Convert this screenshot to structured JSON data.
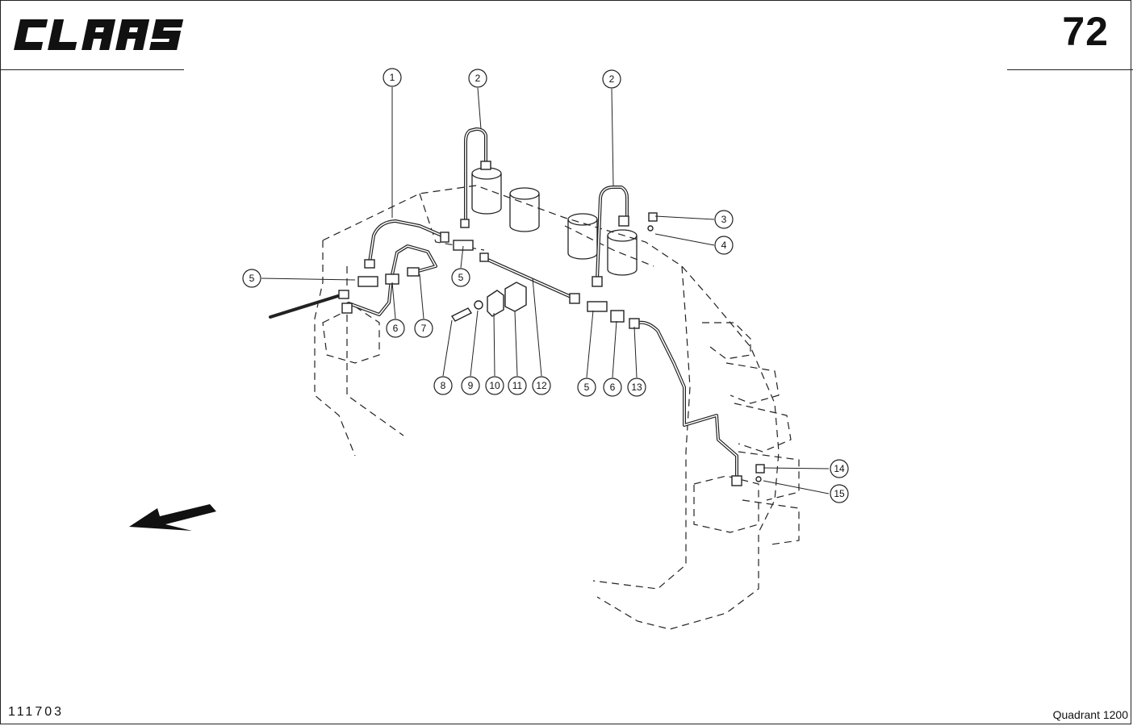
{
  "header": {
    "brand": "CLAAS",
    "page_number": "72"
  },
  "footer": {
    "drawing_number": "111703",
    "model": "Quadrant 1200"
  },
  "callouts": [
    {
      "label": "1"
    },
    {
      "label": "2"
    },
    {
      "label": "2"
    },
    {
      "label": "3"
    },
    {
      "label": "4"
    },
    {
      "label": "5"
    },
    {
      "label": "5"
    },
    {
      "label": "5"
    },
    {
      "label": "6"
    },
    {
      "label": "6"
    },
    {
      "label": "7"
    },
    {
      "label": "8"
    },
    {
      "label": "9"
    },
    {
      "label": "10"
    },
    {
      "label": "11"
    },
    {
      "label": "12"
    },
    {
      "label": "13"
    },
    {
      "label": "14"
    },
    {
      "label": "15"
    }
  ]
}
